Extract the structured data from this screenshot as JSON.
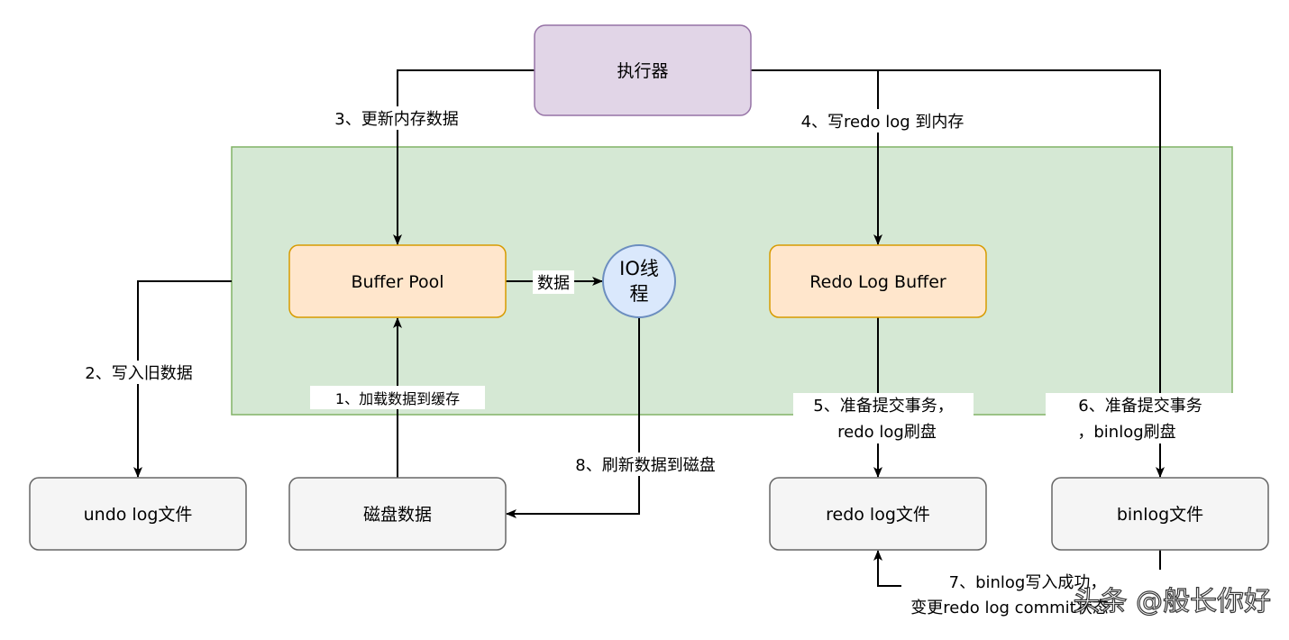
{
  "nodes": {
    "executor": "执行器",
    "buffer_pool": "Buffer Pool",
    "redo_log_buffer": "Redo Log Buffer",
    "io_thread": [
      "IO线",
      "程"
    ],
    "undo_log_file": "undo log文件",
    "disk_data": "磁盘数据",
    "redo_log_file": "redo log文件",
    "binlog_file": "binlog文件"
  },
  "edges": {
    "step1": "1、加载数据到缓存",
    "step2": "2、写入旧数据",
    "step3": "3、更新内存数据",
    "step4": "4、写redo log 到内存",
    "step5": [
      "5、准备提交事务，",
      "redo log刷盘"
    ],
    "step6": [
      "6、准备提交事务",
      "，binlog刷盘"
    ],
    "step7": [
      "7、binlog写入成功，",
      "变更redo log commit状态"
    ],
    "step8": "8、刷新数据到磁盘",
    "data": "数据"
  },
  "watermark": "头条 @般长你好",
  "colors": {
    "executor_fill": "#e1d5e7",
    "executor_stroke": "#9673a6",
    "container_fill": "#d5e8d4",
    "container_stroke": "#82b366",
    "buffer_fill": "#ffe6cc",
    "buffer_stroke": "#d79b00",
    "io_fill": "#dae8fc",
    "io_stroke": "#6c8ebf",
    "file_fill": "#f5f5f5",
    "file_stroke": "#666666"
  }
}
